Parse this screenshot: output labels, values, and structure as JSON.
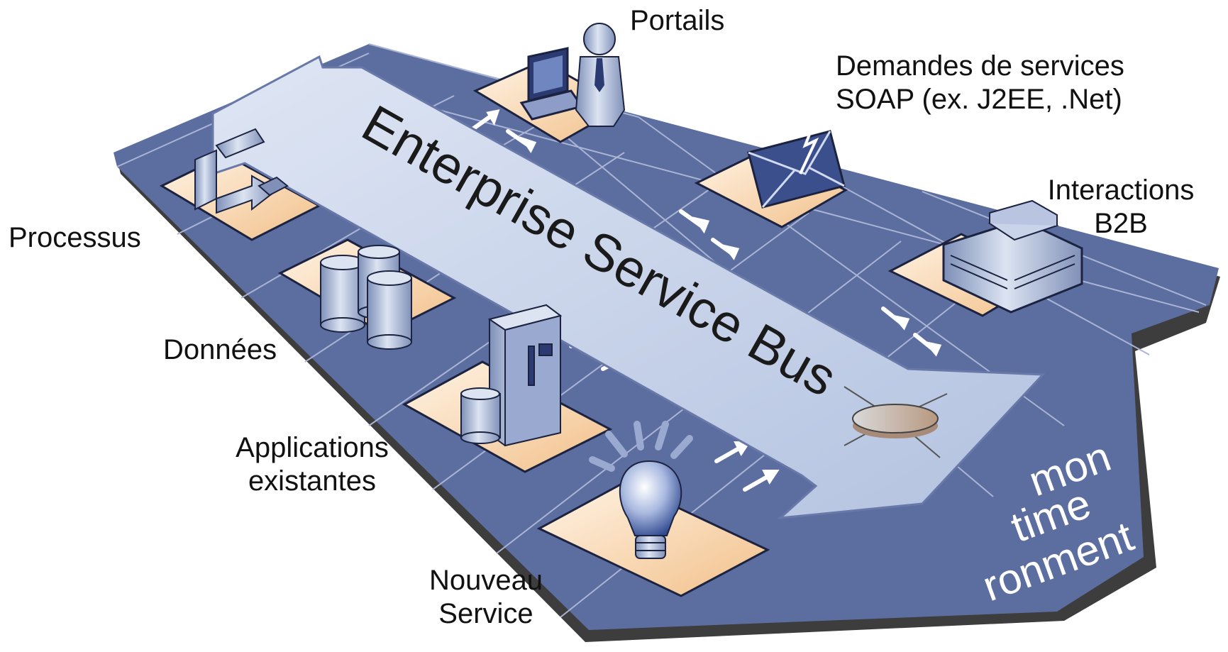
{
  "bus": {
    "title": "Enterprise Service Bus"
  },
  "platform": {
    "lines": [
      "mon",
      "time",
      "ronment"
    ]
  },
  "nodes": {
    "portails": {
      "label": "Portails",
      "icon": "portal-user-laptop-icon"
    },
    "soap": {
      "line1": "Demandes de services",
      "line2": "SOAP  (ex. J2EE, .Net)",
      "icon": "envelope-icon"
    },
    "b2b": {
      "line1": "Interactions",
      "line2": "B2B",
      "icon": "building-icon"
    },
    "processus": {
      "label": "Processus",
      "icon": "process-icon"
    },
    "donnees": {
      "label": "Données",
      "icon": "database-icon"
    },
    "applications": {
      "line1": "Applications",
      "line2": "existantes",
      "icon": "server-icon"
    },
    "nouveau": {
      "line1": "Nouveau",
      "line2": "Service",
      "icon": "lightbulb-icon"
    }
  },
  "colors": {
    "platform": "#5c6ea0",
    "platform_grid": "#aab4d4",
    "platform_shadow": "#3a3a3a",
    "bus_fill": "#c4d0e8",
    "tile_fill": "#f6d2a8",
    "arrow": "#ffffff"
  }
}
